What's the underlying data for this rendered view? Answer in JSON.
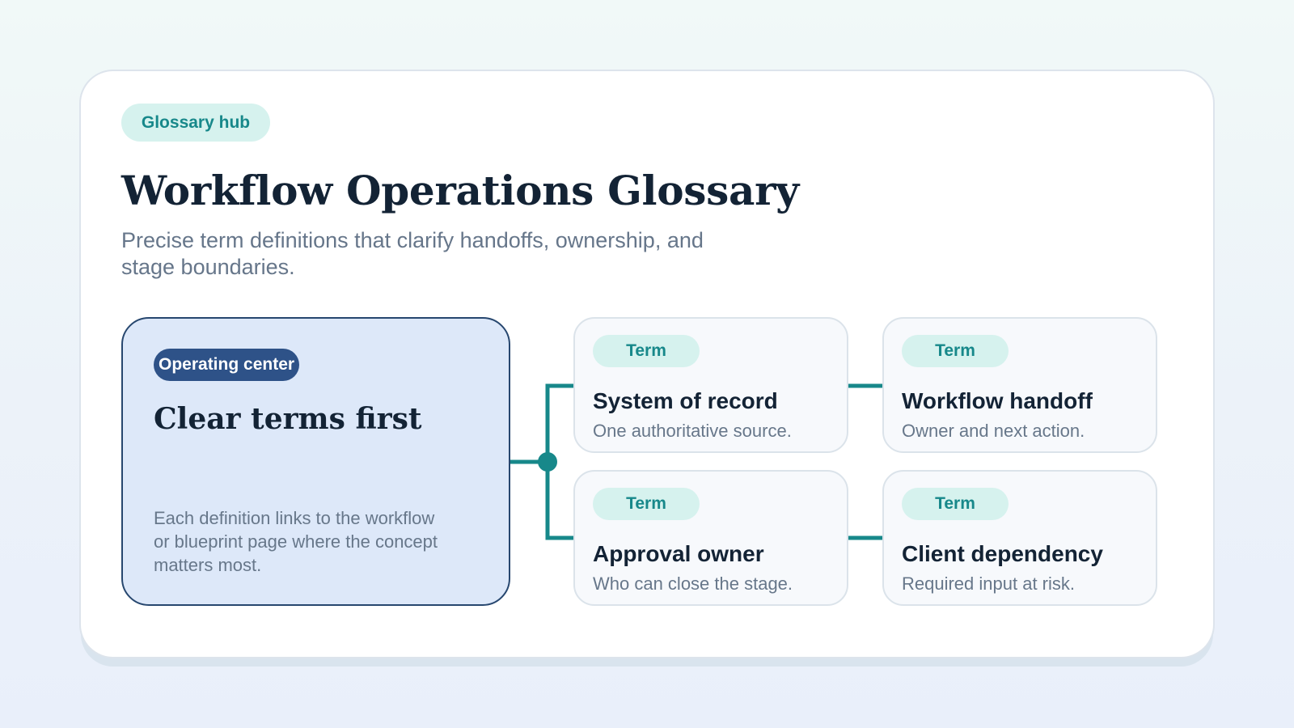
{
  "theme": {
    "accent": "#17888a",
    "ink": "#132335",
    "center_fill": "#dde8f9",
    "center_border": "#27476f"
  },
  "header": {
    "badge": "Glossary hub",
    "title": "Workflow Operations Glossary",
    "subtitle": "Precise term definitions that clarify handoffs, ownership, and stage boundaries."
  },
  "center": {
    "badge": "Operating center",
    "heading": "Clear terms first",
    "description": "Each definition links to the workflow or blueprint page where the concept matters most."
  },
  "terms": [
    {
      "badge": "Term",
      "name": "System of record",
      "definition": "One authoritative source."
    },
    {
      "badge": "Term",
      "name": "Workflow handoff",
      "definition": "Owner and next action."
    },
    {
      "badge": "Term",
      "name": "Approval owner",
      "definition": "Who can close the stage."
    },
    {
      "badge": "Term",
      "name": "Client dependency",
      "definition": "Required input at risk."
    }
  ]
}
